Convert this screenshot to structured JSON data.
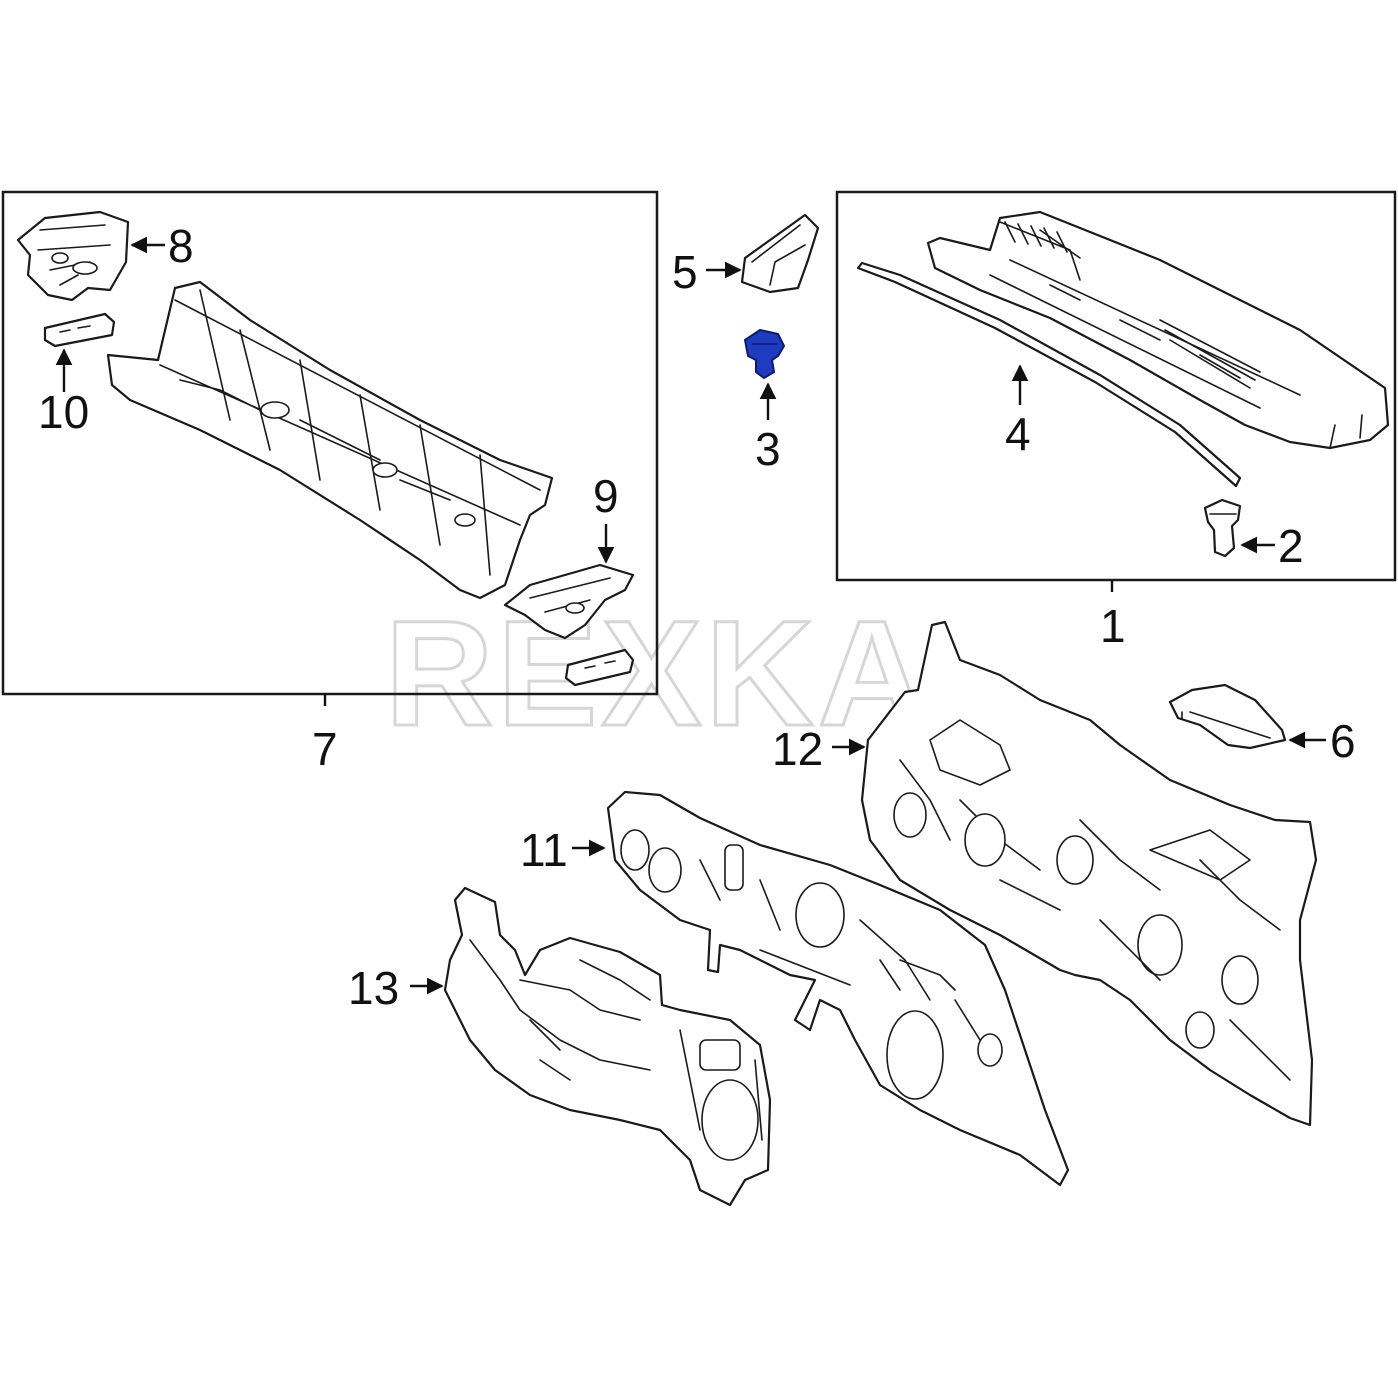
{
  "watermark": "REXKA",
  "highlight_color": "#1f3bbf",
  "callouts": {
    "c1": "1",
    "c2": "2",
    "c3": "3",
    "c4": "4",
    "c5": "5",
    "c6": "6",
    "c7": "7",
    "c8": "8",
    "c9": "9",
    "c10": "10",
    "c11": "11",
    "c12": "12",
    "c13": "13"
  }
}
